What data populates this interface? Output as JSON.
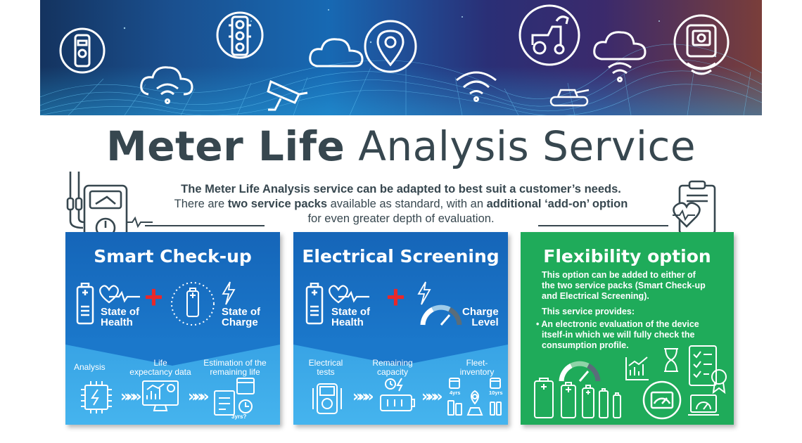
{
  "banner": {
    "icons": [
      "water-meter-icon",
      "cloud-wifi-icon",
      "traffic-light-icon",
      "cctv-camera-icon",
      "cloud-icon",
      "location-pin-icon",
      "wifi-icon",
      "farm-tractor-icon",
      "tank-icon",
      "cloud-wifi-icon",
      "smart-meter-icon"
    ]
  },
  "title": {
    "bold": "Meter Life",
    "light": "Analysis Service"
  },
  "intro": {
    "line1": "The Meter Life Analysis service can be adapted to best suit a customer’s needs.",
    "line2_a": "There are ",
    "line2_b": "two service packs",
    "line2_c": " available as standard, with an ",
    "line2_d": "additional ‘add-on’ option",
    "line3": "for even greater depth of evaluation."
  },
  "smart": {
    "title": "Smart Check-up",
    "soh_1": "State of",
    "soh_2": "Health",
    "soc_1": "State of",
    "soc_2": "Charge",
    "plus": "+",
    "step1": "Analysis",
    "step2_1": "Life",
    "step2_2": "expectancy data",
    "step3_1": "Estimation of the",
    "step3_2": "remaining life",
    "arrows": "»»»",
    "badge": "3yrs?"
  },
  "electrical": {
    "title": "Electrical Screening",
    "soh_1": "State of",
    "soh_2": "Health",
    "cl_1": "Charge",
    "cl_2": "Level",
    "plus": "+",
    "step1_1": "Electrical",
    "step1_2": "tests",
    "step2_1": "Remaining",
    "step2_2": "capacity",
    "step3_1": "Fleet-",
    "step3_2": "inventory",
    "arrows": "»»»",
    "y1": "4yrs",
    "y2": "10yrs"
  },
  "flex": {
    "title": "Flexibility option",
    "p1_1": "This option can be added to either of",
    "p1_2": "the two service packs (Smart Check-up",
    "p1_3": "and Electrical Screening).",
    "p2": "This service provides:",
    "b1_1": "• An electronic evaluation of the device",
    "b1_2": "itself-in which we will fully check the",
    "b1_3": "consumption profile."
  },
  "colors": {
    "blue_dark": "#1565b8",
    "blue_light": "#45b4ee",
    "green": "#1fab5a",
    "red": "#e8282b",
    "text": "#37474f"
  }
}
